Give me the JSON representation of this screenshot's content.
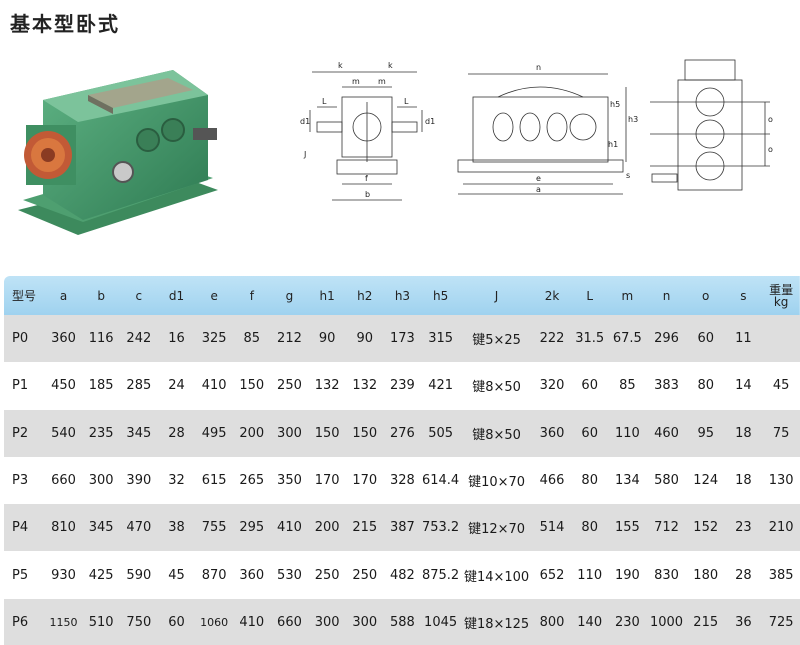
{
  "title": "基本型卧式",
  "drawings": {
    "side": {
      "labels": [
        "k",
        "k",
        "m",
        "m",
        "L",
        "L",
        "d1",
        "d1",
        "J",
        "f",
        "b"
      ]
    },
    "front": {
      "labels": [
        "n",
        "h5",
        "h3",
        "h1",
        "s",
        "e",
        "a"
      ]
    },
    "end": {
      "labels": [
        "o",
        "o"
      ]
    }
  },
  "table": {
    "headers": [
      "型号",
      "a",
      "b",
      "c",
      "d1",
      "e",
      "f",
      "g",
      "h1",
      "h2",
      "h3",
      "h5",
      "J",
      "2k",
      "L",
      "m",
      "n",
      "o",
      "s",
      "重量 kg"
    ],
    "rows": [
      [
        "P0",
        "360",
        "116",
        "242",
        "16",
        "325",
        "85",
        "212",
        "90",
        "90",
        "173",
        "315",
        "键5×25",
        "222",
        "31.5",
        "67.5",
        "296",
        "60",
        "11",
        ""
      ],
      [
        "P1",
        "450",
        "185",
        "285",
        "24",
        "410",
        "150",
        "250",
        "132",
        "132",
        "239",
        "421",
        "键8×50",
        "320",
        "60",
        "85",
        "383",
        "80",
        "14",
        "45"
      ],
      [
        "P2",
        "540",
        "235",
        "345",
        "28",
        "495",
        "200",
        "300",
        "150",
        "150",
        "276",
        "505",
        "键8×50",
        "360",
        "60",
        "110",
        "460",
        "95",
        "18",
        "75"
      ],
      [
        "P3",
        "660",
        "300",
        "390",
        "32",
        "615",
        "265",
        "350",
        "170",
        "170",
        "328",
        "614.4",
        "键10×70",
        "466",
        "80",
        "134",
        "580",
        "124",
        "18",
        "130"
      ],
      [
        "P4",
        "810",
        "345",
        "470",
        "38",
        "755",
        "295",
        "410",
        "200",
        "215",
        "387",
        "753.2",
        "键12×70",
        "514",
        "80",
        "155",
        "712",
        "152",
        "23",
        "210"
      ],
      [
        "P5",
        "930",
        "425",
        "590",
        "45",
        "870",
        "360",
        "530",
        "250",
        "250",
        "482",
        "875.2",
        "键14×100",
        "652",
        "110",
        "190",
        "830",
        "180",
        "28",
        "385"
      ],
      [
        "P6",
        "1150",
        "510",
        "750",
        "60",
        "1060",
        "410",
        "660",
        "300",
        "300",
        "588",
        "1045",
        "键18×125",
        "800",
        "140",
        "230",
        "1000",
        "215",
        "36",
        "725"
      ]
    ]
  },
  "colors": {
    "header": "#a9d8f1",
    "stripe": "#dedede",
    "body": "#3f8f62"
  }
}
